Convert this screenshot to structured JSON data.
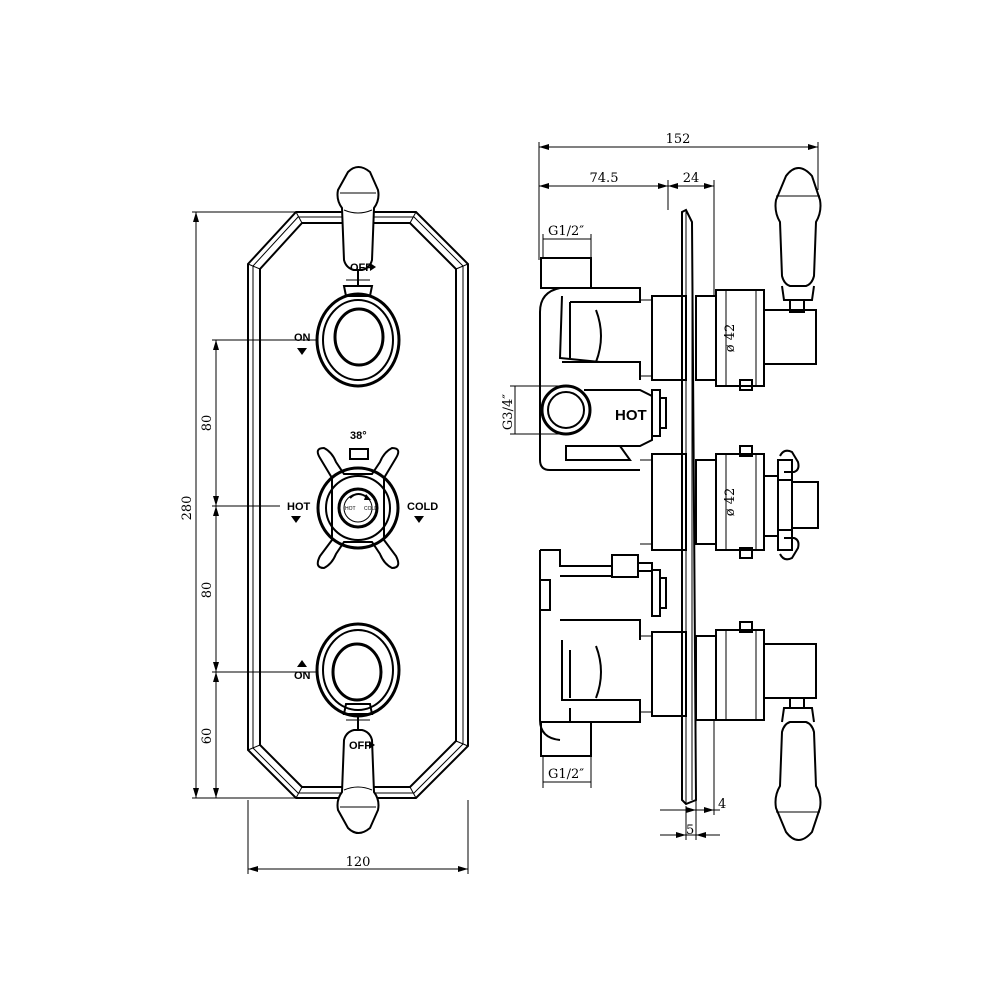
{
  "front": {
    "top_handle_label": "OFF",
    "top_on_label": "ON",
    "temp_label": "38°",
    "hot_label": "HOT",
    "cold_label": "COLD",
    "bottom_on_label": "ON",
    "bottom_handle_label": "OFF",
    "dial_hot": "HOT",
    "dial_cold": "COLD",
    "dim_overall_height": "280",
    "dim_upper_spacing": "80",
    "dim_lower_spacing": "80",
    "dim_bottom_offset": "60",
    "dim_width": "120"
  },
  "side": {
    "dim_total_depth": "152",
    "dim_body_depth": "74.5",
    "dim_plate_to_shroud": "24",
    "inlet_top_label": "G1/2″",
    "inlet_bottom_label": "G1/2″",
    "outlet_label": "G3/4″",
    "hot_label": "HOT",
    "shroud_top_diameter": "ø 42",
    "shroud_mid_diameter": "ø 42",
    "dim_plate_thickness": "4",
    "dim_gap": "5"
  }
}
